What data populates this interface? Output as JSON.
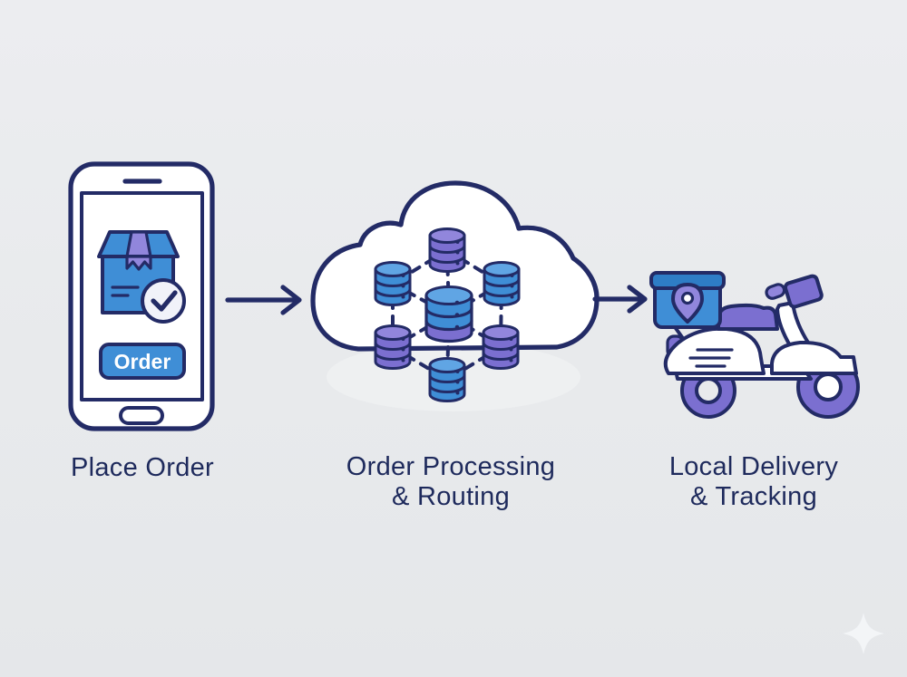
{
  "background": "#e8eaec",
  "colors": {
    "bg": "#e8eaec",
    "navy": "#232b66",
    "label": "#1e2a5c",
    "blue": "#3f8ed6",
    "blue-light": "#60a5e4",
    "blue-dark": "#2e7dc6",
    "purple": "#7b6fd0",
    "purple-light": "#9186dc",
    "white": "#ffffff",
    "check-bg": "#f1f2f9",
    "sparkle": "#f4f6f8"
  },
  "steps": [
    {
      "id": "place-order",
      "line1": "Place Order",
      "line2": "",
      "icon": "smartphone-icon"
    },
    {
      "id": "order-processing",
      "line1": "Order Processing",
      "line2": "& Routing",
      "icon": "cloud-database-network-icon"
    },
    {
      "id": "local-delivery",
      "line1": "Local Delivery",
      "line2": "& Tracking",
      "icon": "delivery-scooter-icon"
    }
  ],
  "phone": {
    "order_button_label": "Order"
  },
  "cloud": {
    "database_count": 7
  },
  "connectors": {
    "count": 2,
    "direction": "right"
  },
  "icons": {
    "phone": "smartphone-icon",
    "package": "package-icon",
    "check": "check-circle-icon",
    "cloud": "cloud-icon",
    "database": "database-icon",
    "arrow": "arrow-right-icon",
    "scooter": "delivery-scooter-icon",
    "pin": "location-pin-icon",
    "sparkle": "sparkle-icon"
  }
}
